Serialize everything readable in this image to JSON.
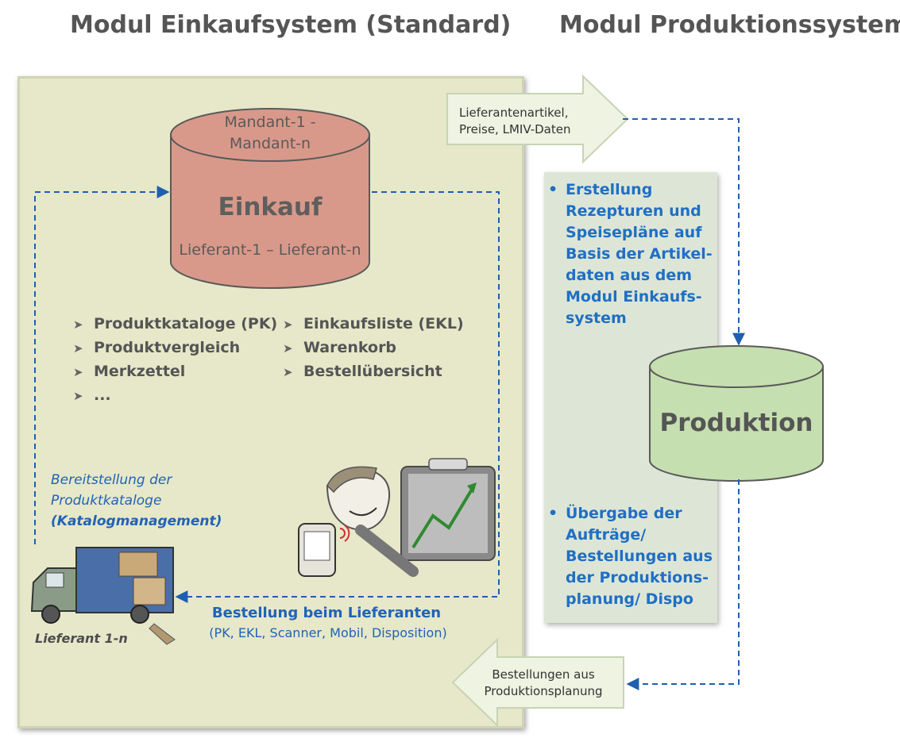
{
  "headings": {
    "left": "Modul Einkaufsystem (Standard)",
    "right": "Modul Produktionssystem"
  },
  "einkauf_db": {
    "mandant_line1": "Mandant-1 -",
    "mandant_line2": "Mandant-n",
    "title": "Einkauf",
    "lieferant_range": "Lieferant-1 – Lieferant-n"
  },
  "features_left": [
    "Produktkataloge (PK)",
    "Produktvergleich",
    "Merkzettel",
    "..."
  ],
  "features_right": [
    "Einkaufsliste (EKL)",
    "Warenkorb",
    "Bestellübersicht"
  ],
  "katalog": {
    "line1": "Bereitstellung der",
    "line2": "Produktkataloge",
    "line3": "(Katalogmanagement)"
  },
  "bestellung": {
    "title": "Bestellung beim Lieferanten",
    "subtitle": "(PK, EKL, Scanner, Mobil, Disposition)"
  },
  "lieferant_caption": "Lieferant 1-n",
  "arrow_in": {
    "line1": "Lieferantenartikel,",
    "line2": "Preise, LMIV-Daten"
  },
  "arrow_out": {
    "line1": "Bestellungen aus",
    "line2": "Produktionsplanung"
  },
  "produktion_db": {
    "title": "Produktion"
  },
  "bullets": {
    "bullet_char": "•",
    "first": "Erstellung\nRezepturen und\nSpeisepläne auf\nBasis der Artikel-\ndaten aus dem\nModul Einkaufs-\nsystem",
    "second": "Übergabe der\nAufträge/\nBestellungen aus\nder Produktions-\nplanung/ Dispo"
  },
  "colors": {
    "panel_bg": "#e6e8c9",
    "einkauf_db": "#d9998a",
    "produktion_db": "#c6dfb0",
    "accent_blue": "#2063b8",
    "arrow_fill": "#eef3e2"
  }
}
